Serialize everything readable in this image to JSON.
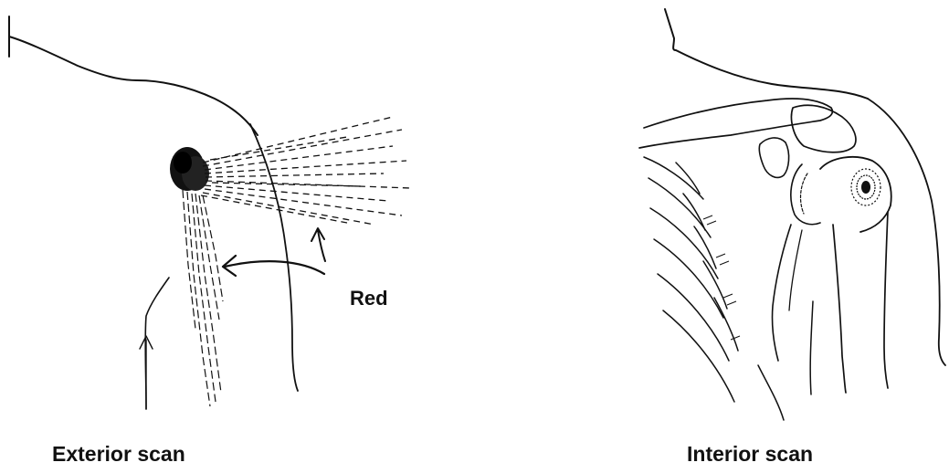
{
  "panels": {
    "exterior": {
      "caption": "Exterior scan",
      "annotation": "Red"
    },
    "interior": {
      "caption": "Interior scan"
    }
  },
  "colors": {
    "ink": "#111111",
    "background": "#ffffff"
  }
}
